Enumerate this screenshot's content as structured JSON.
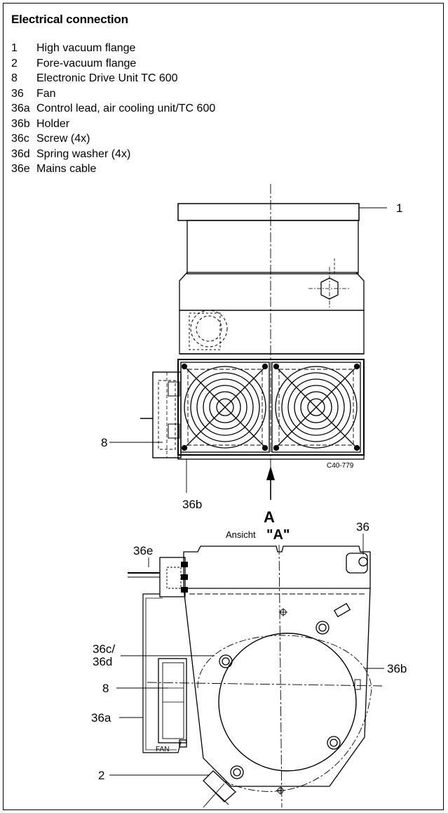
{
  "title": "Electrical connection",
  "legend": [
    {
      "num": "1",
      "text": "High vacuum flange"
    },
    {
      "num": "2",
      "text": "Fore-vacuum flange"
    },
    {
      "num": "8",
      "text": "Electronic Drive Unit TC 600"
    },
    {
      "num": "36",
      "text": "Fan"
    },
    {
      "num": "36a",
      "text": "Control lead, air cooling unit/TC 600"
    },
    {
      "num": "36b",
      "text": "Holder"
    },
    {
      "num": "36c",
      "text": "Screw (4x)"
    },
    {
      "num": "36d",
      "text": "Spring washer (4x)"
    },
    {
      "num": "36e",
      "text": "Mains cable"
    }
  ],
  "side_view": {
    "label_1": "1",
    "label_8": "8",
    "label_36b": "36b",
    "arrow_label": "A",
    "drawing_code": "C40-779"
  },
  "bottom_view": {
    "view_prefix": "Ansicht",
    "view_letter": "\"A\"",
    "label_36": "36",
    "label_36e": "36e",
    "label_36c": "36c/",
    "label_36d": "36d",
    "label_8": "8",
    "label_36a": "36a",
    "label_36b": "36b",
    "label_2": "2",
    "fan_label": "FAN"
  }
}
